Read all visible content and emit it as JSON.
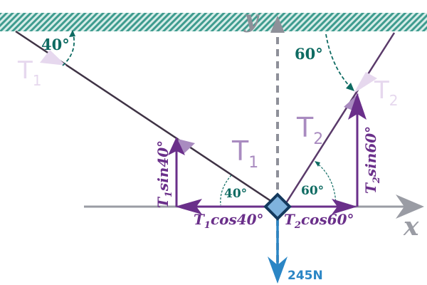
{
  "ceiling": {
    "label": ""
  },
  "axes": {
    "x_label": "x",
    "y_label": "y"
  },
  "angles": {
    "t1_top": "40°",
    "t2_top": "60°",
    "t1_bottom": "40°",
    "t2_bottom": "60°"
  },
  "tensions": {
    "t1_faded": {
      "main": "T",
      "sub": "1"
    },
    "t2_faded": {
      "main": "T",
      "sub": "2"
    },
    "t1": {
      "main": "T",
      "sub": "1"
    },
    "t2": {
      "main": "T",
      "sub": "2"
    }
  },
  "components": {
    "t1_sin": {
      "main": "T",
      "sub": "1",
      "rest": "sin40°"
    },
    "t2_sin": {
      "main": "T",
      "sub": "2",
      "rest": "sin60°"
    },
    "t1_cos": {
      "main": "T",
      "sub": "1",
      "rest": "cos40°"
    },
    "t2_cos": {
      "main": "T",
      "sub": "2",
      "rest": "cos60°"
    }
  },
  "weight": {
    "label": "245N"
  },
  "colors": {
    "teal": "#0e6b62",
    "purple": "#6a2f8a",
    "light_purple": "#a98bc0",
    "faded_purple": "#e6d8ee",
    "gray": "#8e9099",
    "blue": "#2b86c5",
    "navy": "#143a5e"
  }
}
